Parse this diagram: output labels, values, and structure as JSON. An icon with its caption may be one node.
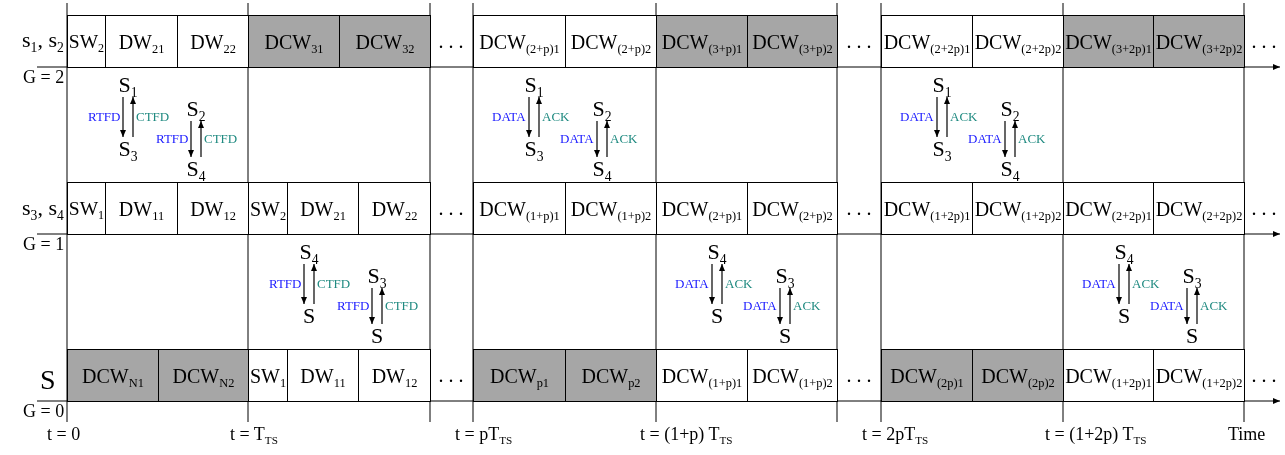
{
  "diagram": {
    "nodes": [
      {
        "text": [
          "SW$_{2}$"
        ]
      },
      {
        "text": [
          "DW$_{21}$"
        ]
      },
      {
        "text": [
          "DW$_{22}$"
        ]
      },
      {
        "text": [
          "DCW$_{31}$"
        ]
      },
      {
        "text": [
          "DCW$_{32}$"
        ]
      },
      {
        "text": [
          "DCW$_{(2+p)1}$"
        ]
      },
      {
        "text": [
          "DCW$_{(2+p)2}$"
        ]
      },
      {
        "text": [
          "DCW$_{(3+p)1}$"
        ]
      },
      {
        "text": [
          "DCW$_{(3+p)2}$"
        ]
      },
      {
        "text": [
          "DCW$_{(2+2p)1}$"
        ]
      },
      {
        "text": [
          "DCW$_{(2+2p)2}$"
        ]
      },
      {
        "text": [
          "DCW$_{(3+2p)1}$"
        ]
      },
      {
        "text": [
          "DCW$_{(3+2p)2}$"
        ]
      },
      {
        "text": [
          "S$_{1}$"
        ]
      },
      {
        "text": [
          "S$_{2}$"
        ]
      },
      {
        "text": [
          "S$_{3}$"
        ]
      },
      {
        "text": [
          "S$_{4}$"
        ]
      },
      {
        "text": [
          "S$_{1}$"
        ]
      },
      {
        "text": [
          "S$_{2}$"
        ]
      },
      {
        "text": [
          "S$_{3}$"
        ]
      },
      {
        "text": [
          "S$_{4}$"
        ]
      },
      {
        "text": [
          "S$_{1}$"
        ]
      },
      {
        "text": [
          "S$_{2}$"
        ]
      },
      {
        "text": [
          "S$_{3}$"
        ]
      },
      {
        "text": [
          "S$_{4}$"
        ]
      },
      {
        "text": [
          "SW$_{1}$"
        ]
      },
      {
        "text": [
          "DW$_{11}$"
        ]
      },
      {
        "text": [
          "DW$_{12}$"
        ]
      },
      {
        "text": [
          "SW$_{2}$"
        ]
      },
      {
        "text": [
          "DW$_{21}$"
        ]
      },
      {
        "text": [
          "DW$_{22}$"
        ]
      },
      {
        "text": [
          "DCW$_{(1+p)1}$"
        ]
      },
      {
        "text": [
          "DCW$_{(1+p)2}$"
        ]
      },
      {
        "text": [
          "DCW$_{(2+p)1}$"
        ]
      },
      {
        "text": [
          "DCW$_{(2+p)2}$"
        ]
      },
      {
        "text": [
          "DCW$_{(1+2p)1}$"
        ]
      },
      {
        "text": [
          "DCW$_{(1+2p)2}$"
        ]
      },
      {
        "text": [
          "DCW$_{(2+2p)1}$"
        ]
      },
      {
        "text": [
          "DCW$_{(2+2p)2}$"
        ]
      },
      {
        "text": [
          "S$_{4}$"
        ]
      },
      {
        "text": [
          "S$_{3}$"
        ]
      },
      {
        "text": [
          "S"
        ]
      },
      {
        "text": [
          "S"
        ]
      },
      {
        "text": [
          "S$_{4}$"
        ]
      },
      {
        "text": [
          "S$_{3}$"
        ]
      },
      {
        "text": [
          "S"
        ]
      },
      {
        "text": [
          "S"
        ]
      },
      {
        "text": [
          "S$_{4}$"
        ]
      },
      {
        "text": [
          "S$_{3}$"
        ]
      },
      {
        "text": [
          "S"
        ]
      },
      {
        "text": [
          "S"
        ]
      },
      {
        "text": [
          "DCW$_{N1}$"
        ]
      },
      {
        "text": [
          "DCW$_{N2}$"
        ]
      },
      {
        "text": [
          "SW$_{1}$"
        ]
      },
      {
        "text": [
          "DW$_{11}$"
        ]
      },
      {
        "text": [
          "DW$_{12}$"
        ]
      },
      {
        "text": [
          "DCW$_{p1}$"
        ]
      },
      {
        "text": [
          "DCW$_{p2}$"
        ]
      },
      {
        "text": [
          "DCW$_{(1+p)1}$"
        ]
      },
      {
        "text": [
          "DCW$_{(1+p)2}$"
        ]
      },
      {
        "text": [
          "DCW$_{(2p)1}$"
        ]
      },
      {
        "text": [
          "DCW$_{(2p)2}$"
        ]
      },
      {
        "text": [
          "DCW$_{(1+2p)1}$"
        ]
      },
      {
        "text": [
          "DCW$_{(1+2p)2}$"
        ]
      }
    ],
    "edges": [
      {
        "from": 13,
        "to": 15,
        "arrow": "to",
        "label": "RTFD"
      },
      {
        "from": 15,
        "to": 13,
        "arrow": "to",
        "label": "CTFD"
      },
      {
        "from": 14,
        "to": 16,
        "arrow": "to",
        "label": "RTFD"
      },
      {
        "from": 16,
        "to": 14,
        "arrow": "to",
        "label": "CTFD"
      },
      {
        "from": 17,
        "to": 19,
        "arrow": "to",
        "label": "DATA"
      },
      {
        "from": 19,
        "to": 17,
        "arrow": "to",
        "label": "ACK"
      },
      {
        "from": 18,
        "to": 20,
        "arrow": "to",
        "label": "DATA"
      },
      {
        "from": 20,
        "to": 18,
        "arrow": "to",
        "label": "ACK"
      },
      {
        "from": 21,
        "to": 23,
        "arrow": "to",
        "label": "DATA"
      },
      {
        "from": 23,
        "to": 21,
        "arrow": "to",
        "label": "ACK"
      },
      {
        "from": 22,
        "to": 24,
        "arrow": "to",
        "label": "DATA"
      },
      {
        "from": 24,
        "to": 22,
        "arrow": "to",
        "label": "ACK"
      },
      {
        "from": 39,
        "to": 41,
        "arrow": "to",
        "label": "RTFD"
      },
      {
        "from": 41,
        "to": 39,
        "arrow": "to",
        "label": "CTFD"
      },
      {
        "from": 40,
        "to": 42,
        "arrow": "to",
        "label": "RTFD"
      },
      {
        "from": 42,
        "to": 40,
        "arrow": "to",
        "label": "CTFD"
      },
      {
        "from": 43,
        "to": 45,
        "arrow": "to",
        "label": "DATA"
      },
      {
        "from": 45,
        "to": 43,
        "arrow": "to",
        "label": "ACK"
      },
      {
        "from": 44,
        "to": 46,
        "arrow": "to",
        "label": "DATA"
      },
      {
        "from": 46,
        "to": 44,
        "arrow": "to",
        "label": "ACK"
      },
      {
        "from": 47,
        "to": 49,
        "arrow": "to",
        "label": "DATA"
      },
      {
        "from": 49,
        "to": 47,
        "arrow": "to",
        "label": "ACK"
      },
      {
        "from": 48,
        "to": 50,
        "arrow": "to",
        "label": "DATA"
      },
      {
        "from": 50,
        "to": 48,
        "arrow": "to",
        "label": "ACK"
      }
    ],
    "labels": [
      "s$_{1}$,  s$_{2}$",
      ". . .",
      ". . .",
      ". . .",
      "G = 2",
      "s$_{3}$,  s$_{4}$",
      ". . .",
      ". . .",
      ". . .",
      "G = 1",
      "S",
      ". . .",
      ". . .",
      ". . .",
      "G = 0",
      "t = 0",
      "t = T$_{TS}$",
      "t = pT$_{TS}$",
      "t = (1+p) T$_{TS}$",
      "t = 2pT$_{TS}$",
      "t = (1+2p) T$_{TS}$",
      "Time"
    ]
  }
}
